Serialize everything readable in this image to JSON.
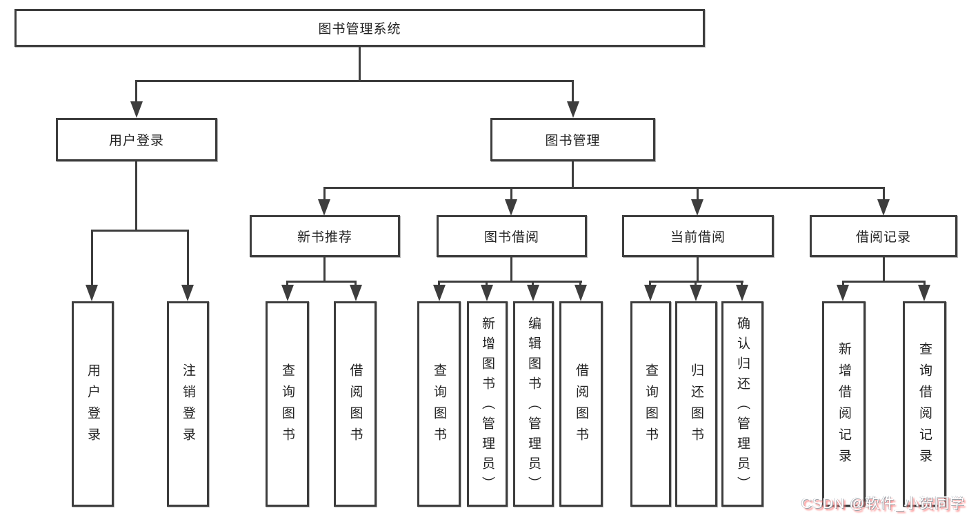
{
  "diagram": {
    "type": "hierarchy-tree",
    "title": "图书管理系统",
    "colors": {
      "line": "#3d3d3d",
      "box_border": "#3d3d3d",
      "text": "#222222",
      "background": "#ffffff",
      "watermark_text": "#ffffff",
      "watermark_shadow": "#fb7a7a"
    },
    "nodes": {
      "root": {
        "label": "图书管理系统"
      },
      "user_login": {
        "label": "用户登录"
      },
      "book_mgmt": {
        "label": "图书管理"
      },
      "new_book": {
        "label": "新书推荐"
      },
      "book_borrow": {
        "label": "图书借阅"
      },
      "current_borrow": {
        "label": "当前借阅"
      },
      "borrow_record": {
        "label": "借阅记录"
      },
      "leaves": {
        "user_login_1": "用户登录",
        "user_login_2": "注销登录",
        "new_book_1": "查询图书",
        "new_book_2": "借阅图书",
        "book_borrow_1": "查询图书",
        "book_borrow_2": "新增图书（管理员）",
        "book_borrow_3": "编辑图书（管理员）",
        "book_borrow_4": "借阅图书",
        "current_borrow_1": "查询图书",
        "current_borrow_2": "归还图书",
        "current_borrow_3": "确认归还（管理员）",
        "borrow_record_1": "新增借阅记录",
        "borrow_record_2": "查询借阅记录"
      }
    },
    "tree": {
      "图书管理系统": {
        "用户登录": [
          "用户登录",
          "注销登录"
        ],
        "图书管理": {
          "新书推荐": [
            "查询图书",
            "借阅图书"
          ],
          "图书借阅": [
            "查询图书",
            "新增图书（管理员）",
            "编辑图书（管理员）",
            "借阅图书"
          ],
          "当前借阅": [
            "查询图书",
            "归还图书",
            "确认归还（管理员）"
          ],
          "借阅记录": [
            "新增借阅记录",
            "查询借阅记录"
          ]
        }
      }
    },
    "watermark": "CSDN @软件_小贺同学"
  }
}
